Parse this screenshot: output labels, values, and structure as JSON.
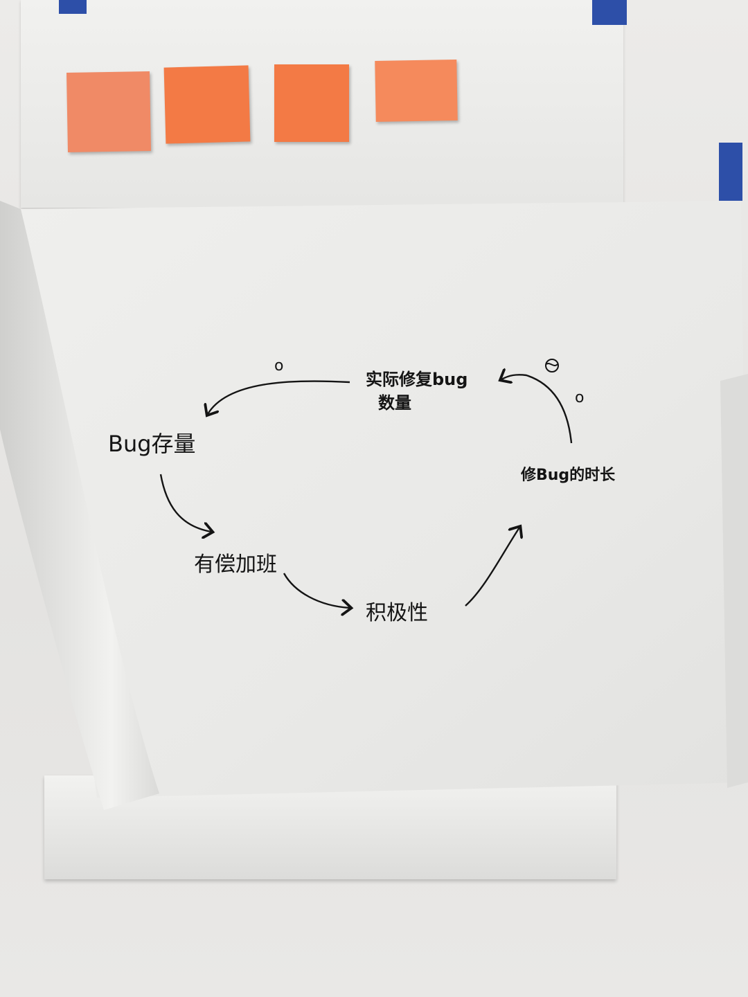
{
  "colors": {
    "tape": "#2d4fa8",
    "sticky_salmon": "#f08a66",
    "sticky_orange": "#f37a45",
    "ink": "#141414"
  },
  "sticky_notes": [
    {
      "color": "#f08a66"
    },
    {
      "color": "#f37a45"
    },
    {
      "color": "#f37a45"
    },
    {
      "color": "#f58a5c"
    }
  ],
  "diagram": {
    "nodes": {
      "bug_stock": "Bug存量",
      "actual_fixed": "实际修复bug",
      "actual_fixed_line2": "数量",
      "overtime": "有偿加班",
      "motivation": "积极性",
      "fix_time": "修Bug的时长"
    },
    "polarity_marks": {
      "fixed_to_stock": "o",
      "time_to_fixed": "o"
    }
  }
}
